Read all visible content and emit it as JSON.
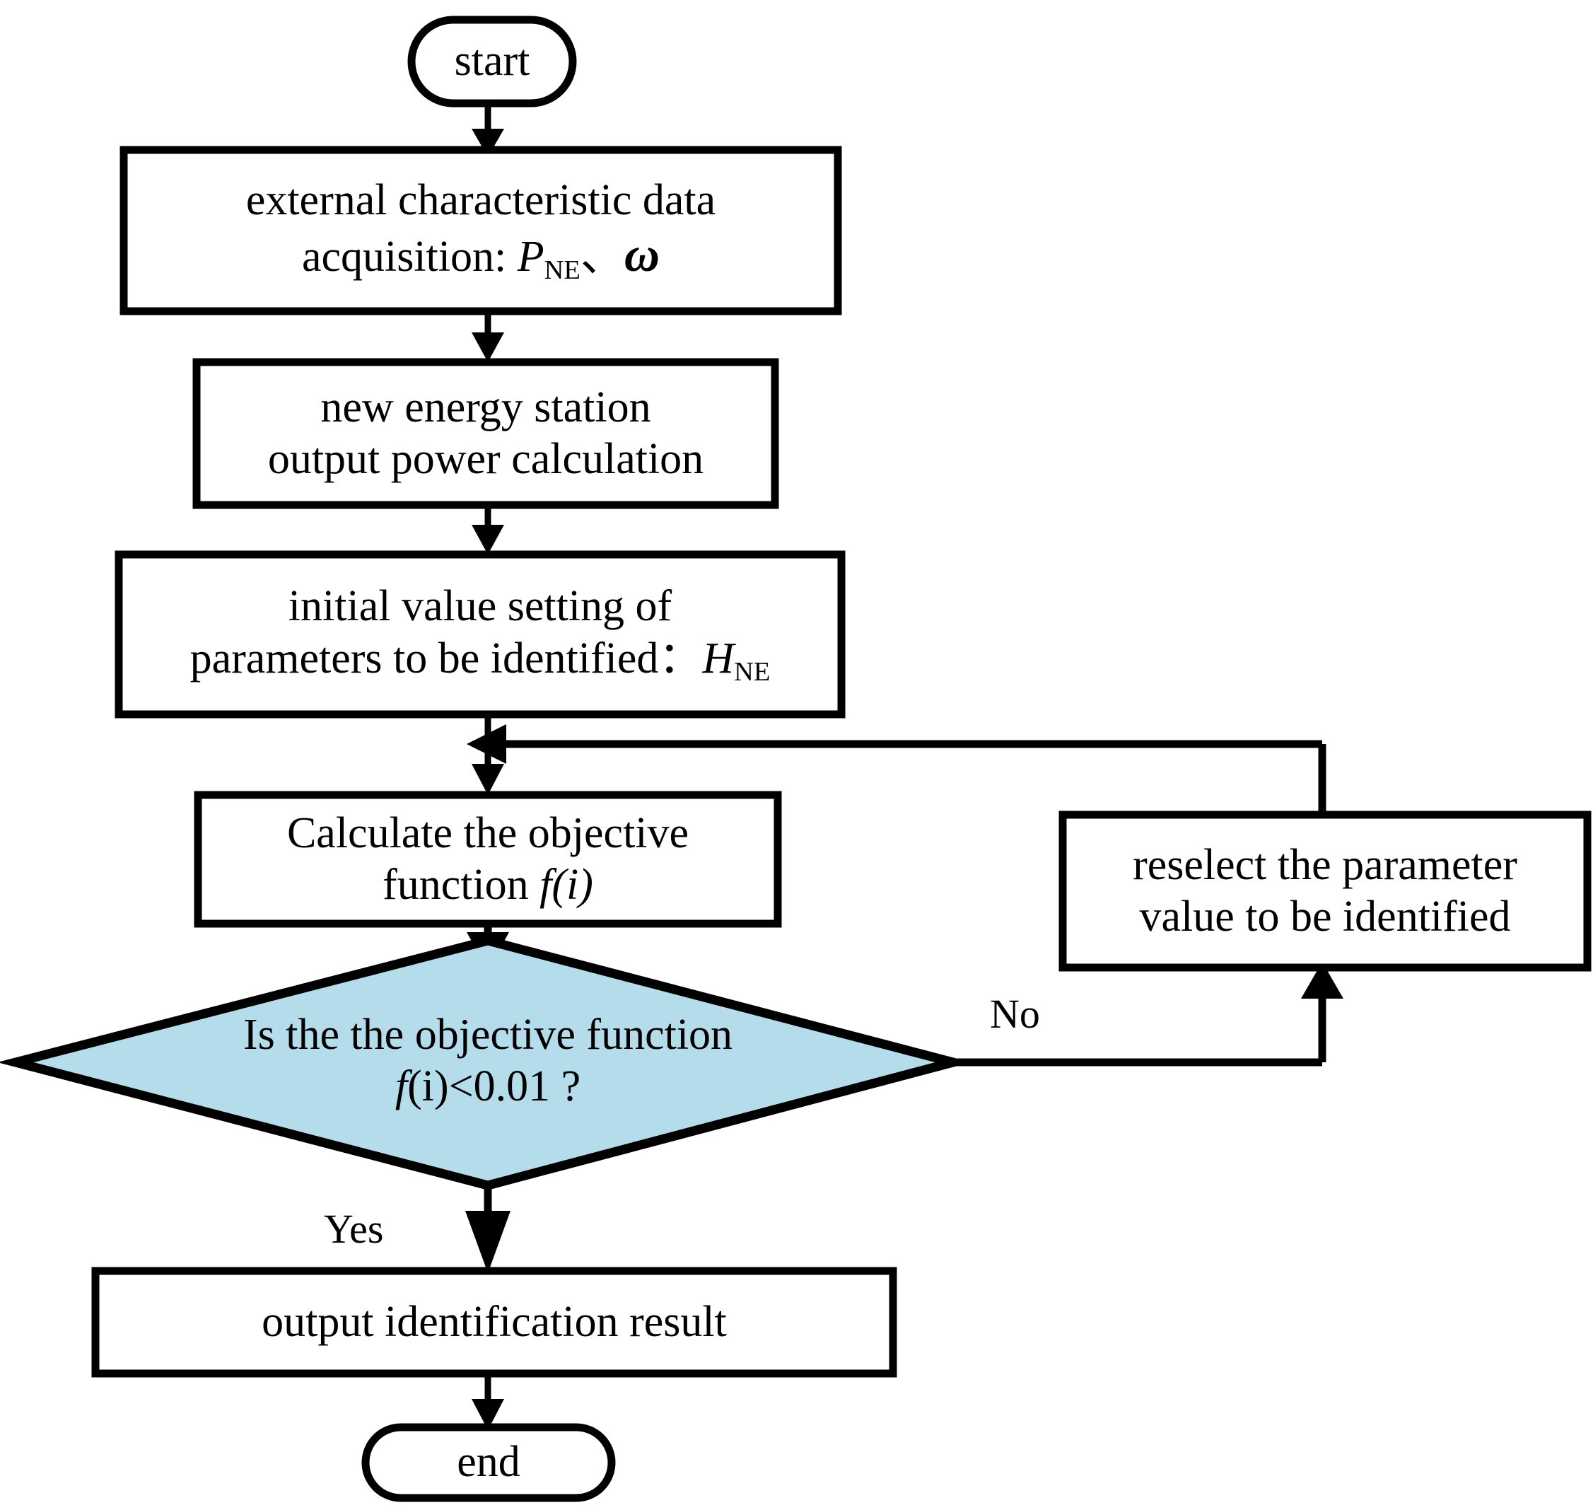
{
  "diagram": {
    "title": "parameter identification flowchart",
    "colors": {
      "stroke": "#000000",
      "decision_fill": "#b5dceb",
      "node_fill": "#ffffff",
      "text": "#000000"
    },
    "nodes": {
      "start": {
        "shape": "terminal",
        "label": "start"
      },
      "data_acquisition": {
        "shape": "process",
        "line1": "external characteristic data",
        "line2_prefix": "acquisition: ",
        "line2_symbol1": "P",
        "line2_symbol1_sub": "NE",
        "line2_separator": "、",
        "line2_symbol2": "ω"
      },
      "output_power": {
        "shape": "process",
        "line1": "new energy station",
        "line2": "output power calculation"
      },
      "initial_value": {
        "shape": "process",
        "line1": "initial value setting of",
        "line2_prefix": "parameters to be identified：",
        "line2_symbol": "H",
        "line2_symbol_sub": "NE"
      },
      "objective_function": {
        "shape": "process",
        "line1": "Calculate the objective",
        "line2_prefix": "function ",
        "line2_symbol": "f",
        "line2_suffix": "(i)"
      },
      "decision": {
        "shape": "diamond",
        "line1": "Is the the objective function",
        "line2_symbol": "f",
        "line2_suffix": "(i)<0.01 ?"
      },
      "reselect": {
        "shape": "process",
        "line1": "reselect the parameter",
        "line2": "value to be identified"
      },
      "output_result": {
        "shape": "process",
        "line1": "output identification result"
      },
      "end": {
        "shape": "terminal",
        "label": "end"
      }
    },
    "edge_labels": {
      "yes": "Yes",
      "no": "No"
    }
  }
}
